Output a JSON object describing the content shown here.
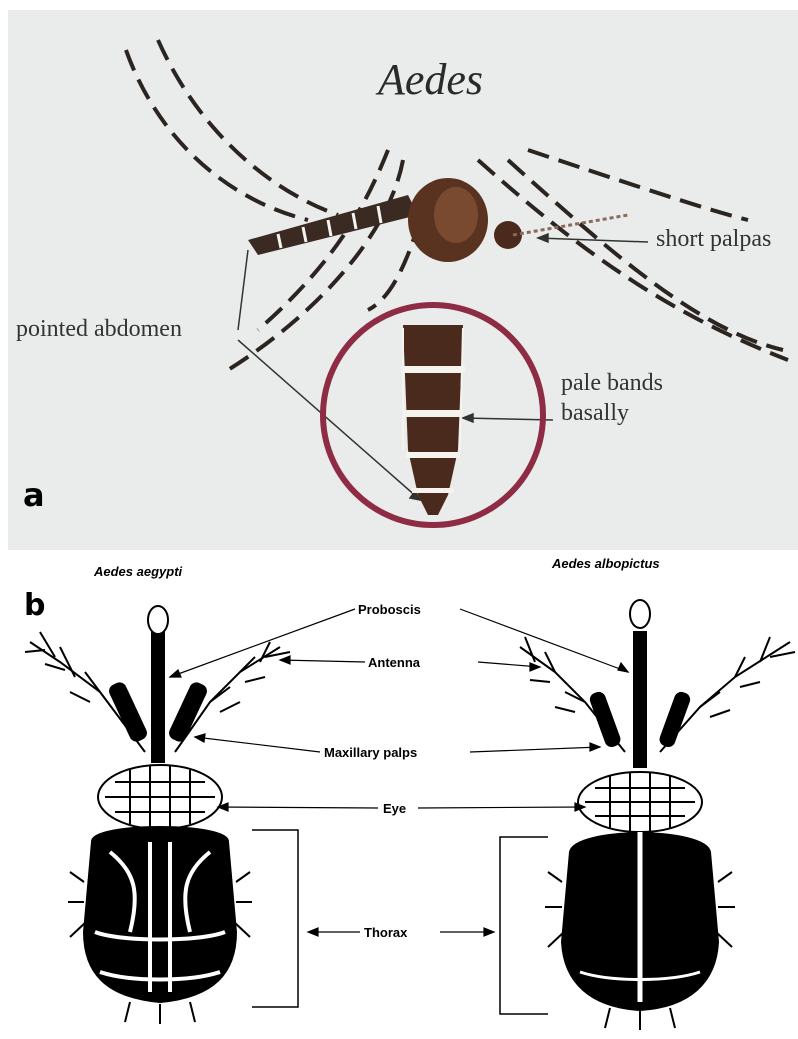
{
  "panel_a": {
    "label": "a",
    "title": "Aedes",
    "labels": {
      "short_palps": "short palpas",
      "pointed_abdomen": "pointed abdomen",
      "pale_bands_line1": "pale bands",
      "pale_bands_line2": "basally"
    }
  },
  "panel_b": {
    "label": "b",
    "species_left": "Aedes aegypti",
    "species_right": "Aedes albopictus",
    "parts": {
      "proboscis": "Proboscis",
      "antenna": "Antenna",
      "maxillary_palps": "Maxillary palps",
      "eye": "Eye",
      "thorax": "Thorax"
    }
  },
  "colors": {
    "photo_background": "#e9ecea",
    "circle": "#8e2b45",
    "mosquito_body": "#4a2a1c"
  }
}
